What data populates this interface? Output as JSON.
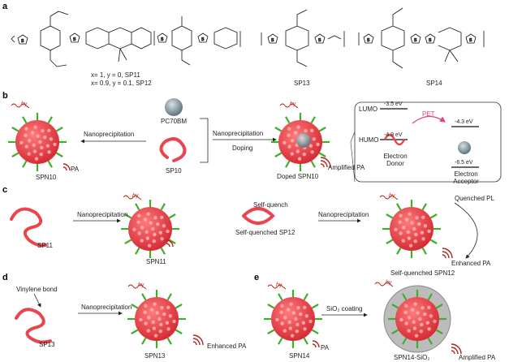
{
  "panels": {
    "a": "a",
    "b": "b",
    "c": "c",
    "d": "d",
    "e": "e"
  },
  "hv": "hγ",
  "a": {
    "sp11_note": "x= 1, y = 0, SP11",
    "sp12_note": "x= 0.9, y = 0.1, SP12",
    "sp13": "SP13",
    "sp14": "SP14"
  },
  "b": {
    "spn10": "SPN10",
    "pa": "PA",
    "nanoprecip_left": "Nanoprecipitation",
    "pc70bm": "PC70BM",
    "sp10": "SP10",
    "nanoprecip_right": "Nanoprecipitation",
    "doping": "Doping",
    "doped_spn10": "Doped SPN10",
    "amplified_pa": "Amplified PA",
    "lumo": "LUMO",
    "humo": "HUMO",
    "donor_lumo": "-3.5 eV",
    "donor_humo": "-4.9 eV",
    "pet": "PET",
    "acceptor_lumo": "-4.3 eV",
    "acceptor_humo": "-6.5 eV",
    "electron_donor": "Electron Donor",
    "electron_acceptor": "Electron Acceptor"
  },
  "c": {
    "sp11": "SP11",
    "nanoprecip_left": "Nanoprecipitation",
    "spn11": "SPN11",
    "self_quench": "Self-quench",
    "self_quenched_sp12": "Self-quenched SP12",
    "nanoprecip_right": "Nanoprecipitation",
    "quenched_pl": "Quenched PL",
    "enhanced_pa": "Enhanced PA",
    "self_quenched_spn12": "Self-quenched SPN12"
  },
  "d": {
    "vinylene_bond": "Vinylene bond",
    "sp13": "SP13",
    "nanoprecip": "Nanoprecipitation",
    "spn13": "SPN13",
    "enhanced_pa": "Enhanced PA"
  },
  "e": {
    "spn14": "SPN14",
    "pa": "PA",
    "sio2_coating": "SiO₂ coating",
    "spn14_sio2": "SPN14-SiO₂",
    "amplified_pa": "Amplified PA"
  },
  "colors": {
    "np": "#e8454f",
    "np_dot": "#ffb3b3",
    "ligand": "#3fae2a",
    "photon": "#b3261e",
    "pet": "#e0408a",
    "silica": "#9a9a9a",
    "pcbm": "#7f8f96"
  }
}
